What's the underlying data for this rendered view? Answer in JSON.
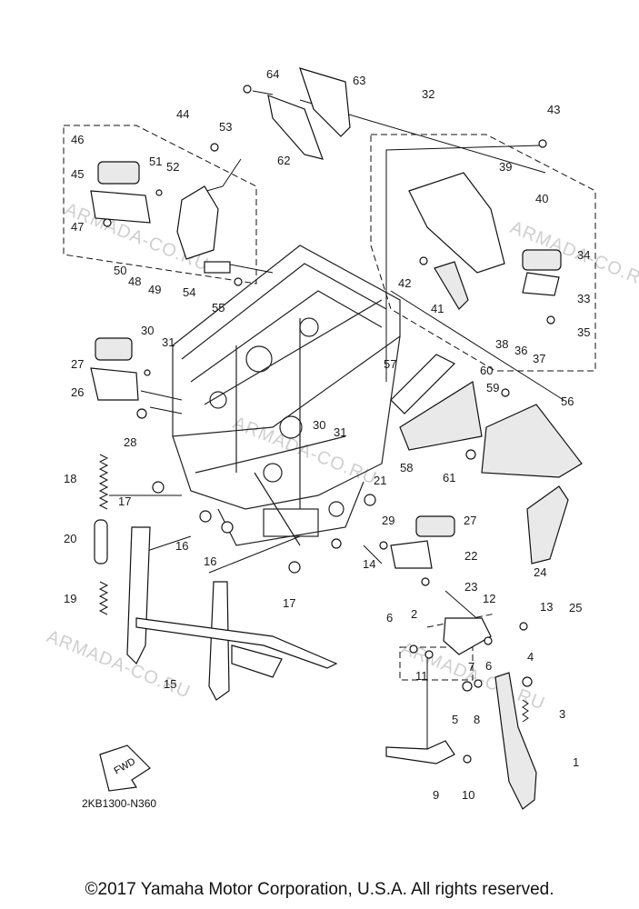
{
  "diagram": {
    "drawing_code": "2KB1300-N360",
    "fwd_label": "FWD",
    "watermark": "ARMADA-CO.RU",
    "copyright": "©2017 Yamaha Motor Corporation, U.S.A. All rights reserved.",
    "part_numbers": [
      "1",
      "2",
      "3",
      "4",
      "5",
      "6",
      "7",
      "8",
      "9",
      "10",
      "11",
      "12",
      "13",
      "14",
      "15",
      "16",
      "17",
      "18",
      "19",
      "20",
      "21",
      "22",
      "23",
      "24",
      "25",
      "26",
      "27",
      "28",
      "29",
      "30",
      "31",
      "32",
      "33",
      "34",
      "35",
      "36",
      "37",
      "38",
      "39",
      "40",
      "41",
      "42",
      "43",
      "44",
      "45",
      "46",
      "47",
      "48",
      "49",
      "50",
      "51",
      "52",
      "53",
      "54",
      "55",
      "56",
      "57",
      "58",
      "59",
      "60",
      "61",
      "62",
      "63",
      "64"
    ]
  }
}
